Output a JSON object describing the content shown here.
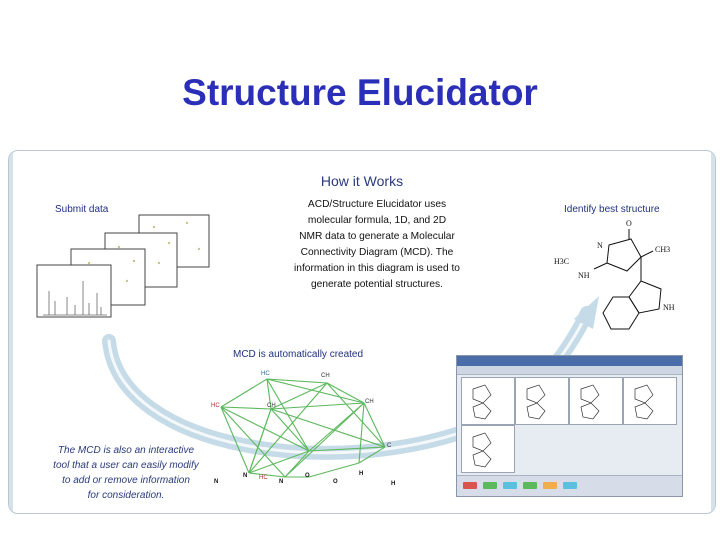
{
  "slide": {
    "title": "Structure Elucidator"
  },
  "figure": {
    "how_title": "How it Works",
    "submit_label": "Submit data",
    "identify_label": "Identify best structure",
    "description_lines": [
      "ACD/Structure Elucidator uses",
      "molecular formula, 1D, and 2D",
      "NMR data to generate a Molecular",
      "Connectivity Diagram (MCD). The",
      "information in this diagram is used to",
      "generate potential structures."
    ],
    "mcd_label": "MCD is automatically created",
    "interactive_note_lines": [
      "The MCD is also an interactive",
      "tool that a user can easily modify",
      "to add or remove information",
      "for consideration."
    ],
    "molecule_atoms": {
      "o": "O",
      "n": "N",
      "ch3": "CH3",
      "h3c": "H3C",
      "nh": "NH",
      "nh_ring": "NH"
    },
    "mcd_atoms": {
      "hc_top": "HC",
      "ch_top": "CH",
      "hc_left": "HC",
      "ch_mid": "CH",
      "ch_right": "CH",
      "c_right": "C",
      "n1": "N",
      "n2": "N",
      "hc_bottom": "HC",
      "o": "O",
      "h1": "H",
      "n3": "N",
      "o2": "O",
      "h2": "H"
    }
  },
  "colors": {
    "title": "#2b2fb8",
    "label": "#203080",
    "network": "#5cb85c",
    "arrow": "#c6dbe8"
  }
}
